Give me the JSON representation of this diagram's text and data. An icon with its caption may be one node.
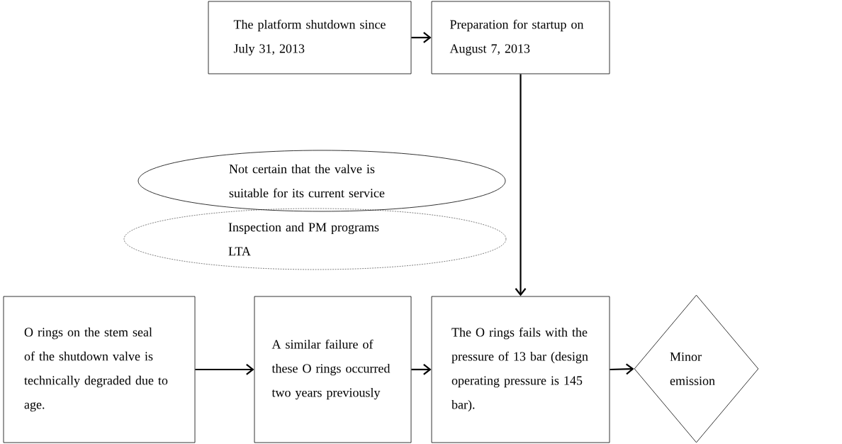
{
  "diagram": {
    "nodes": [
      {
        "text": [
          "The platform shutdown since July 31, 2013"
        ]
      },
      {
        "text": [
          "Preparation for startup on August 7, 2013"
        ]
      },
      {
        "text": [
          "Not certain that the valve is suitable for its current service"
        ]
      },
      {
        "text": [
          "Inspection and PM programs LTA"
        ]
      },
      {
        "text": [
          "O rings on the stem seal of the shutdown valve is technically degraded due to age."
        ]
      },
      {
        "text": [
          "A similar failure of these O rings occurred two years previously"
        ]
      },
      {
        "text": [
          "The O rings fails with the pressure of 13 bar (design operating pressure is 145 bar)."
        ]
      },
      {
        "text": [
          "Minor emission"
        ]
      }
    ],
    "edges": [
      {
        "from": 0,
        "to": 1,
        "arrow": "to"
      },
      {
        "from": 1,
        "to": 6,
        "arrow": "to"
      },
      {
        "from": 4,
        "to": 5,
        "arrow": "to"
      },
      {
        "from": 5,
        "to": 6,
        "arrow": "to"
      },
      {
        "from": 6,
        "to": 7,
        "arrow": "to"
      }
    ]
  }
}
